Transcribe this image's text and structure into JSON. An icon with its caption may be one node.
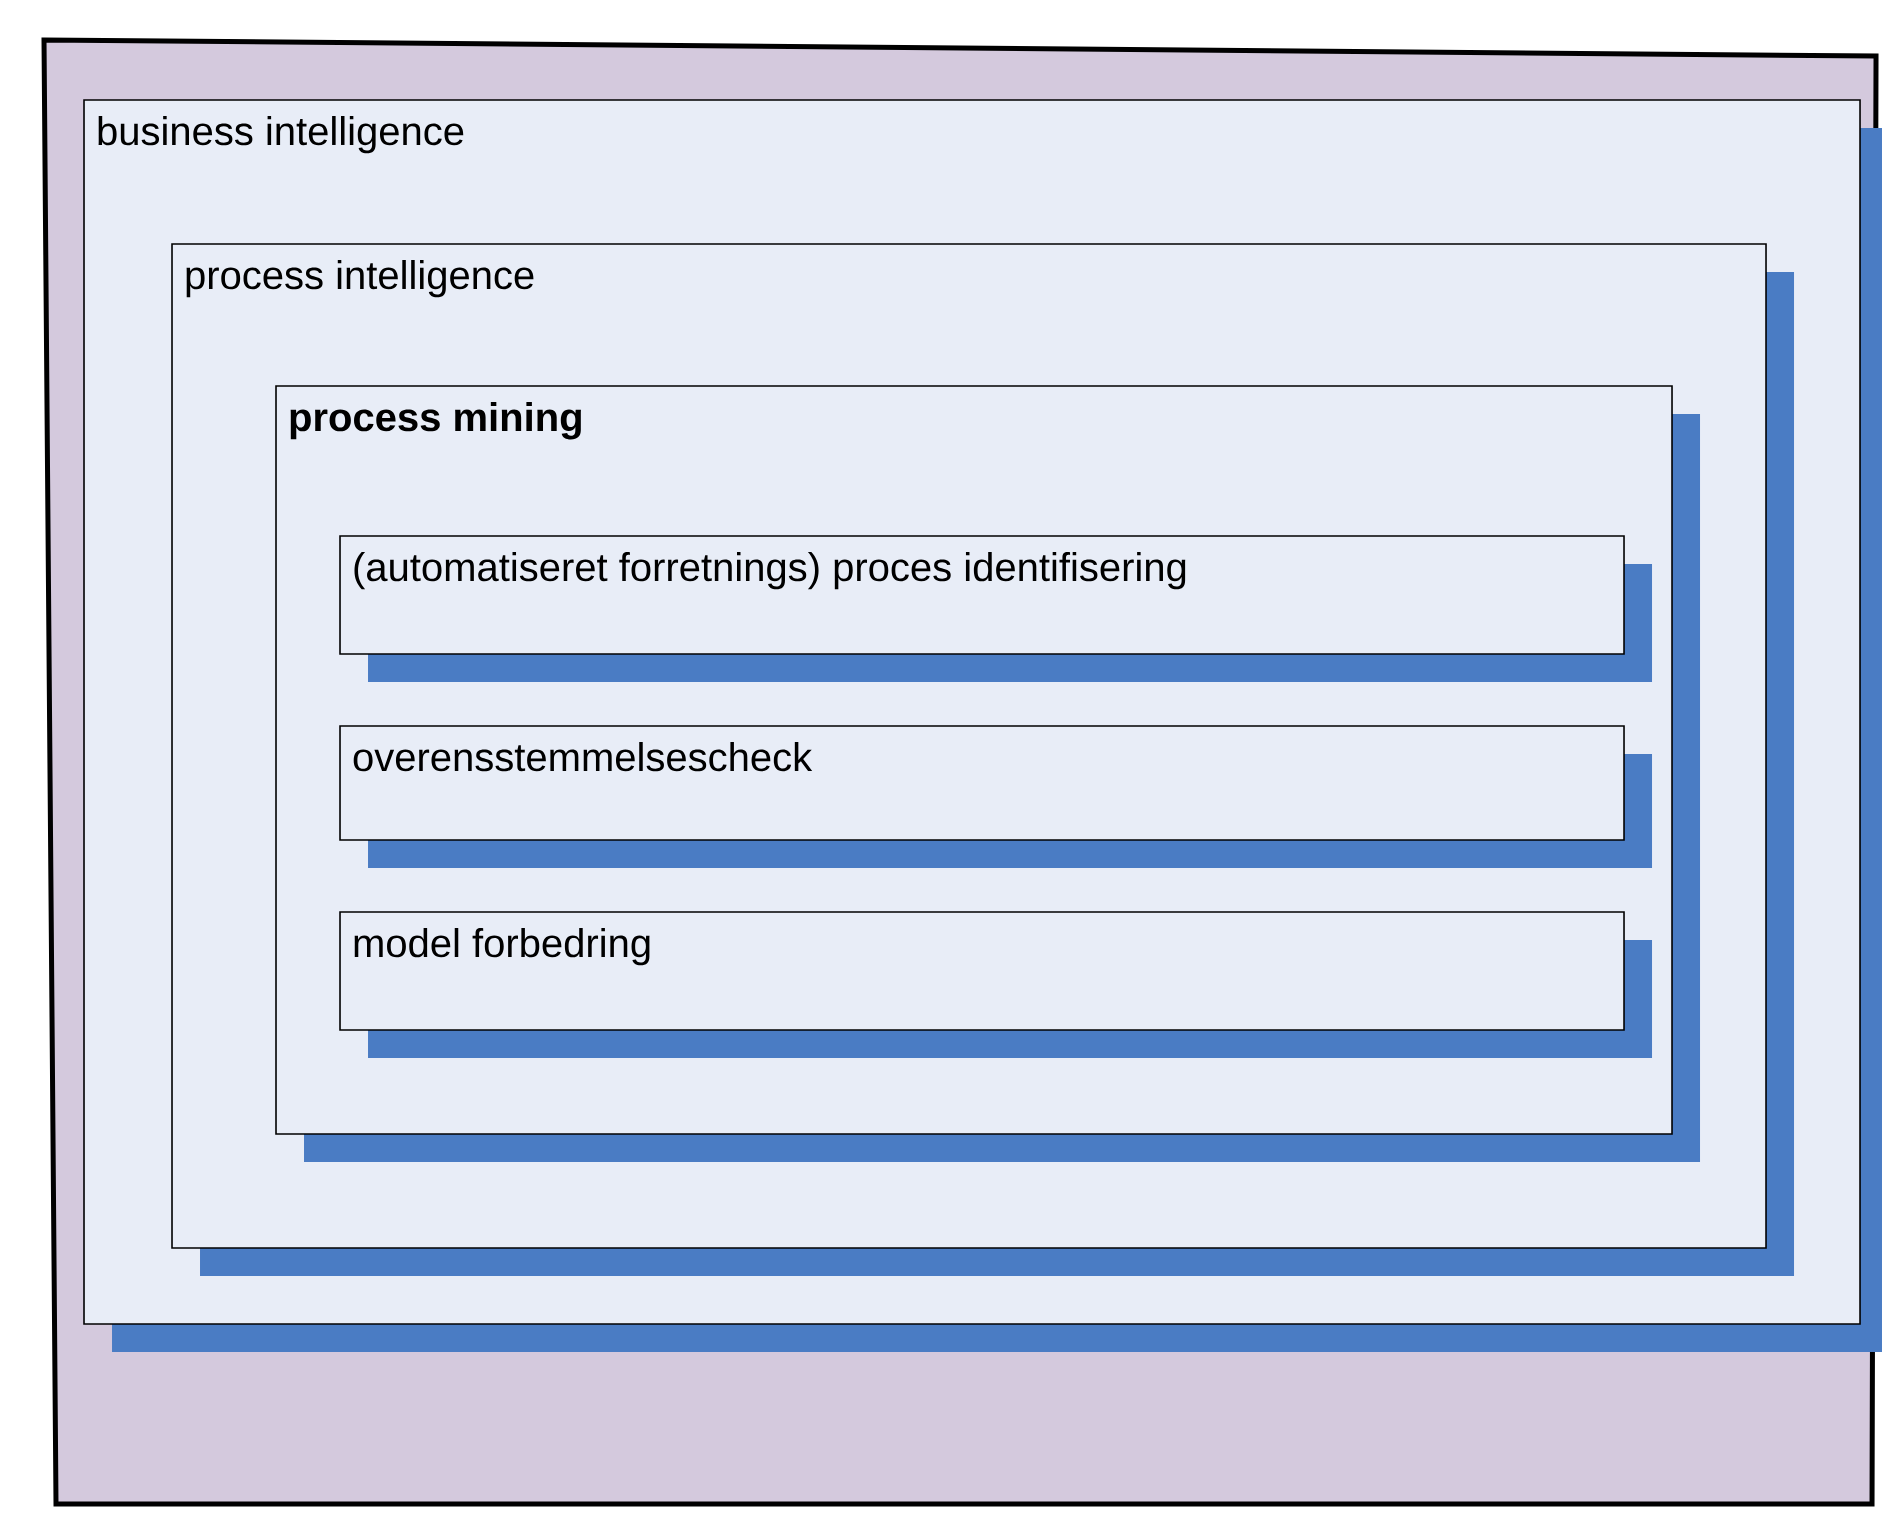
{
  "diagram": {
    "nodes": [
      {
        "text": [
          "business intelligence"
        ]
      },
      {
        "text": [
          "process intelligence"
        ],
        "in": 0
      },
      {
        "text": [
          "process mining"
        ],
        "in": 1
      },
      {
        "text": [
          "(automatiseret forretnings) proces identifisering"
        ],
        "in": 2
      },
      {
        "text": [
          "overensstemmelsescheck"
        ],
        "in": 2
      },
      {
        "text": [
          "model forbedring"
        ],
        "in": 2
      }
    ]
  }
}
